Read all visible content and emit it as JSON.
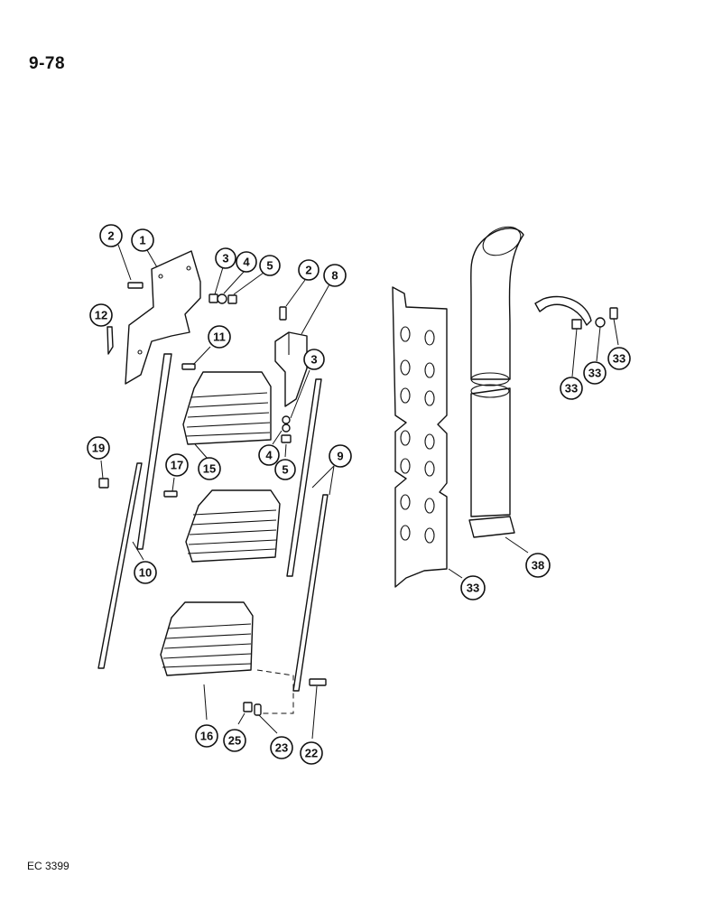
{
  "page": {
    "number": "9-78",
    "code": "EC 3399"
  },
  "callouts": [
    {
      "id": "c2a",
      "label": "2"
    },
    {
      "id": "c1",
      "label": "1"
    },
    {
      "id": "c3a",
      "label": "3"
    },
    {
      "id": "c4a",
      "label": "4"
    },
    {
      "id": "c5a",
      "label": "5"
    },
    {
      "id": "c2b",
      "label": "2"
    },
    {
      "id": "c8",
      "label": "8"
    },
    {
      "id": "c12",
      "label": "12"
    },
    {
      "id": "c11",
      "label": "11"
    },
    {
      "id": "c3b",
      "label": "3"
    },
    {
      "id": "c19",
      "label": "19"
    },
    {
      "id": "c17",
      "label": "17"
    },
    {
      "id": "c15",
      "label": "15"
    },
    {
      "id": "c4b",
      "label": "4"
    },
    {
      "id": "c5b",
      "label": "5"
    },
    {
      "id": "c9",
      "label": "9"
    },
    {
      "id": "c10",
      "label": "10"
    },
    {
      "id": "c16",
      "label": "16"
    },
    {
      "id": "c25",
      "label": "25"
    },
    {
      "id": "c23",
      "label": "23"
    },
    {
      "id": "c22",
      "label": "22"
    },
    {
      "id": "c33a",
      "label": "33"
    },
    {
      "id": "c33b",
      "label": "33"
    },
    {
      "id": "c33c",
      "label": "33"
    },
    {
      "id": "c38",
      "label": "38"
    },
    {
      "id": "c33d",
      "label": "33"
    }
  ]
}
